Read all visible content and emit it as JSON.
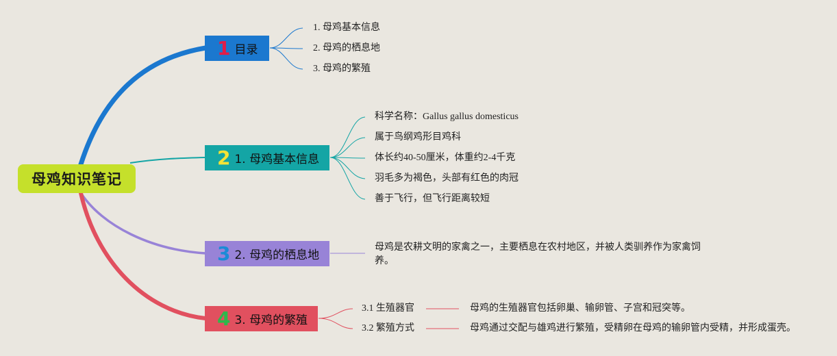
{
  "root": {
    "label": "母鸡知识笔记"
  },
  "colors": {
    "background": "#eae7e0",
    "root": "#c5e02b",
    "toc": "#1b78cf",
    "basic_info": "#14a5a5",
    "habitat": "#9883d7",
    "breeding": "#e1505f"
  },
  "toc": {
    "number": "1",
    "label": "目录",
    "items": [
      "1. 母鸡基本信息",
      "2. 母鸡的栖息地",
      "3. 母鸡的繁殖"
    ]
  },
  "basic_info": {
    "number": "2",
    "label": "1. 母鸡基本信息",
    "items": [
      "科学名称：Gallus gallus domesticus",
      "属于鸟纲鸡形目鸡科",
      "体长约40-50厘米，体重约2-4千克",
      "羽毛多为褐色，头部有红色的肉冠",
      "善于飞行，但飞行距离较短"
    ]
  },
  "habitat": {
    "number": "3",
    "label": "2. 母鸡的栖息地",
    "text": "母鸡是农耕文明的家禽之一，主要栖息在农村地区，并被人类驯养作为家禽饲养。"
  },
  "breeding": {
    "number": "4",
    "label": "3. 母鸡的繁殖",
    "items": [
      {
        "title": "3.1 生殖器官",
        "detail": "母鸡的生殖器官包括卵巢、输卵管、子宫和冠突等。"
      },
      {
        "title": "3.2 繁殖方式",
        "detail": "母鸡通过交配与雄鸡进行繁殖，受精卵在母鸡的输卵管内受精，并形成蛋壳。"
      }
    ]
  }
}
